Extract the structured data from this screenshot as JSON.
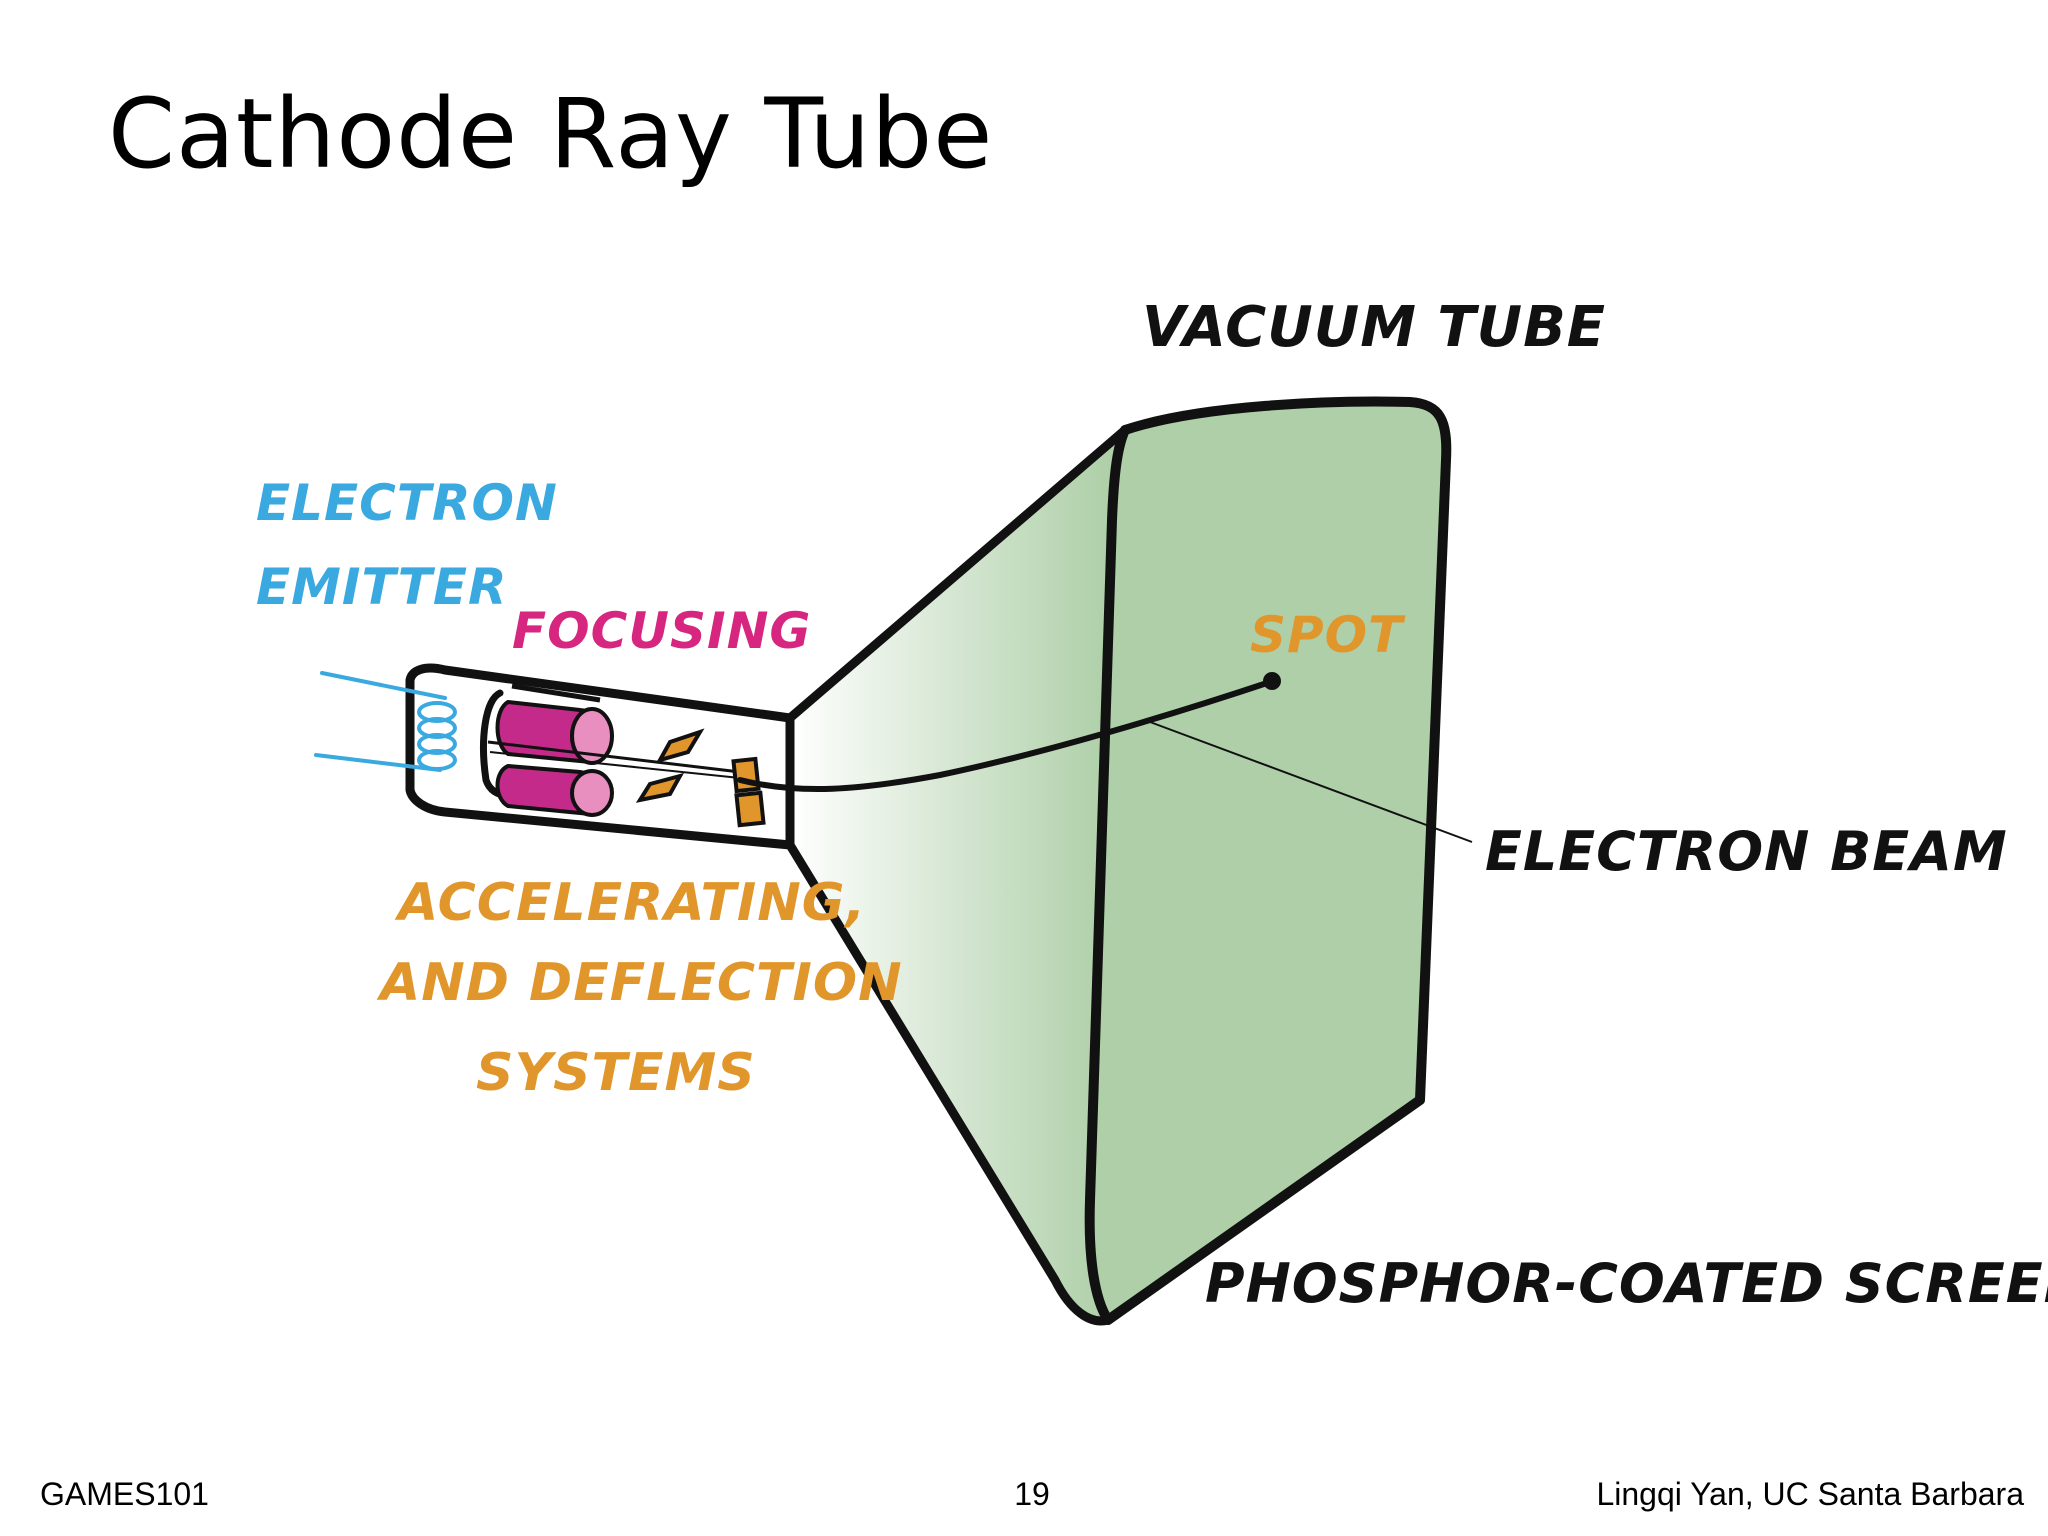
{
  "slide": {
    "title": "Cathode Ray Tube"
  },
  "labels": {
    "vacuum_tube": "VACUUM TUBE",
    "electron_emitter_line1": "ELECTRON",
    "electron_emitter_line2": "EMITTER",
    "focusing": "FOCUSING",
    "spot": "SPOT",
    "electron_beam": "ELECTRON BEAM",
    "accelerating_line1": "ACCELERATING,",
    "accelerating_line2": "AND DEFLECTION",
    "accelerating_line3": "SYSTEMS",
    "phosphor_screen": "PHOSPHOR-COATED SCREEN"
  },
  "colors": {
    "emitter_blue": "#3aa9e0",
    "focusing_magenta": "#d6267f",
    "orange": "#e0962b",
    "tube_green": "#aecfa8",
    "outline": "#111111"
  },
  "footer": {
    "course": "GAMES101",
    "page_number": "19",
    "author": "Lingqi Yan, UC Santa Barbara"
  }
}
